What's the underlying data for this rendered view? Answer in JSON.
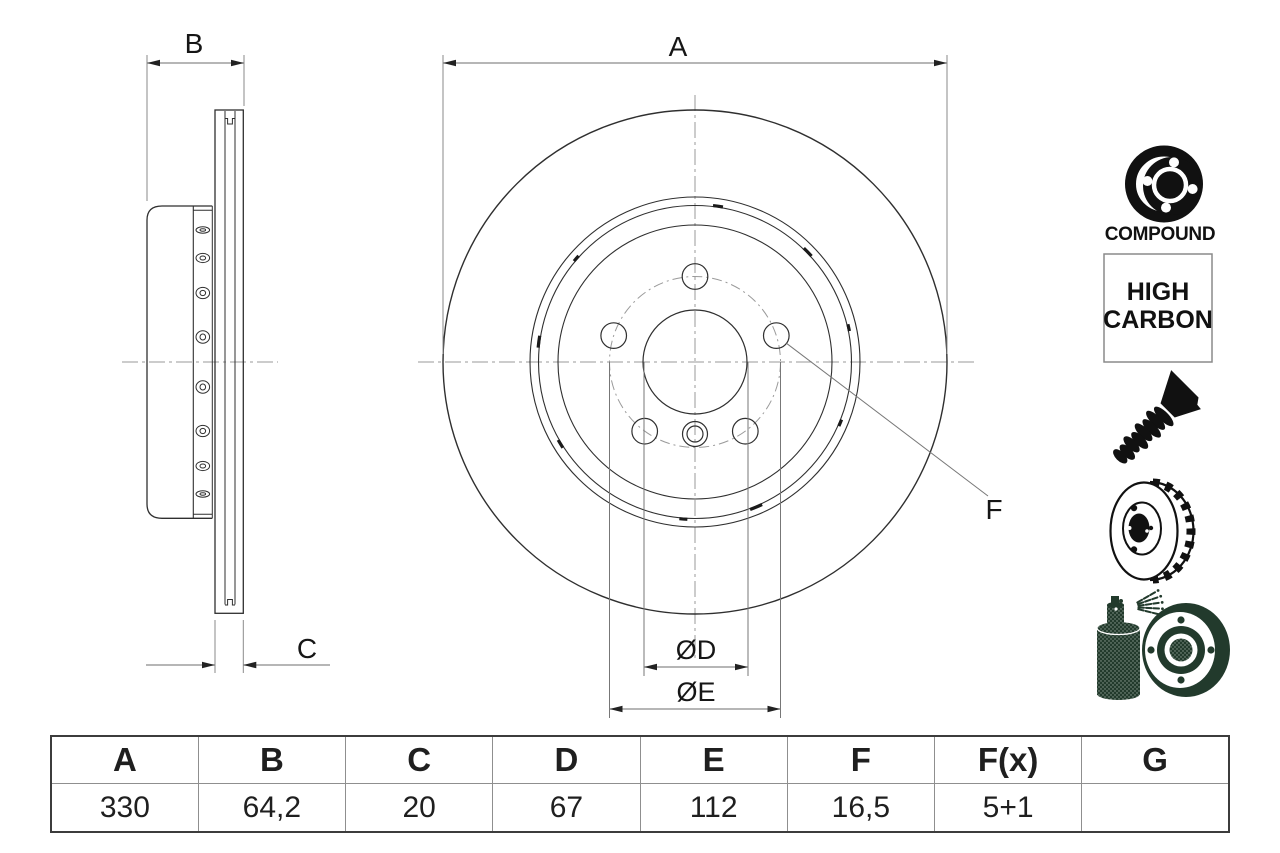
{
  "page": {
    "background": "#ffffff",
    "description": "Brake disc technical drawing with dimension table"
  },
  "drawing": {
    "labels": {
      "a": "A",
      "b": "B",
      "c": "C",
      "d": "ØD",
      "e": "ØE",
      "f": "F"
    }
  },
  "badges": {
    "compound_label": "COMPOUND",
    "high_carbon_line1": "HIGH",
    "high_carbon_line2": "CARBON"
  },
  "icons": [
    {
      "name": "compound-two-piece-disc-icon"
    },
    {
      "name": "high-carbon-badge"
    },
    {
      "name": "countersunk-screw-icon"
    },
    {
      "name": "vented-brake-disc-icon"
    },
    {
      "name": "coated-disc-spray-icon"
    }
  ],
  "table": {
    "headers": [
      "A",
      "B",
      "C",
      "D",
      "E",
      "F",
      "F(x)",
      "G"
    ],
    "values": [
      "330",
      "64,2",
      "20",
      "67",
      "112",
      "16,5",
      "5+1",
      ""
    ]
  },
  "colors": {
    "outline": "#2f2f2f",
    "dimension": "#8a8a8a",
    "ink": "#141414",
    "green": "#223a2c"
  }
}
